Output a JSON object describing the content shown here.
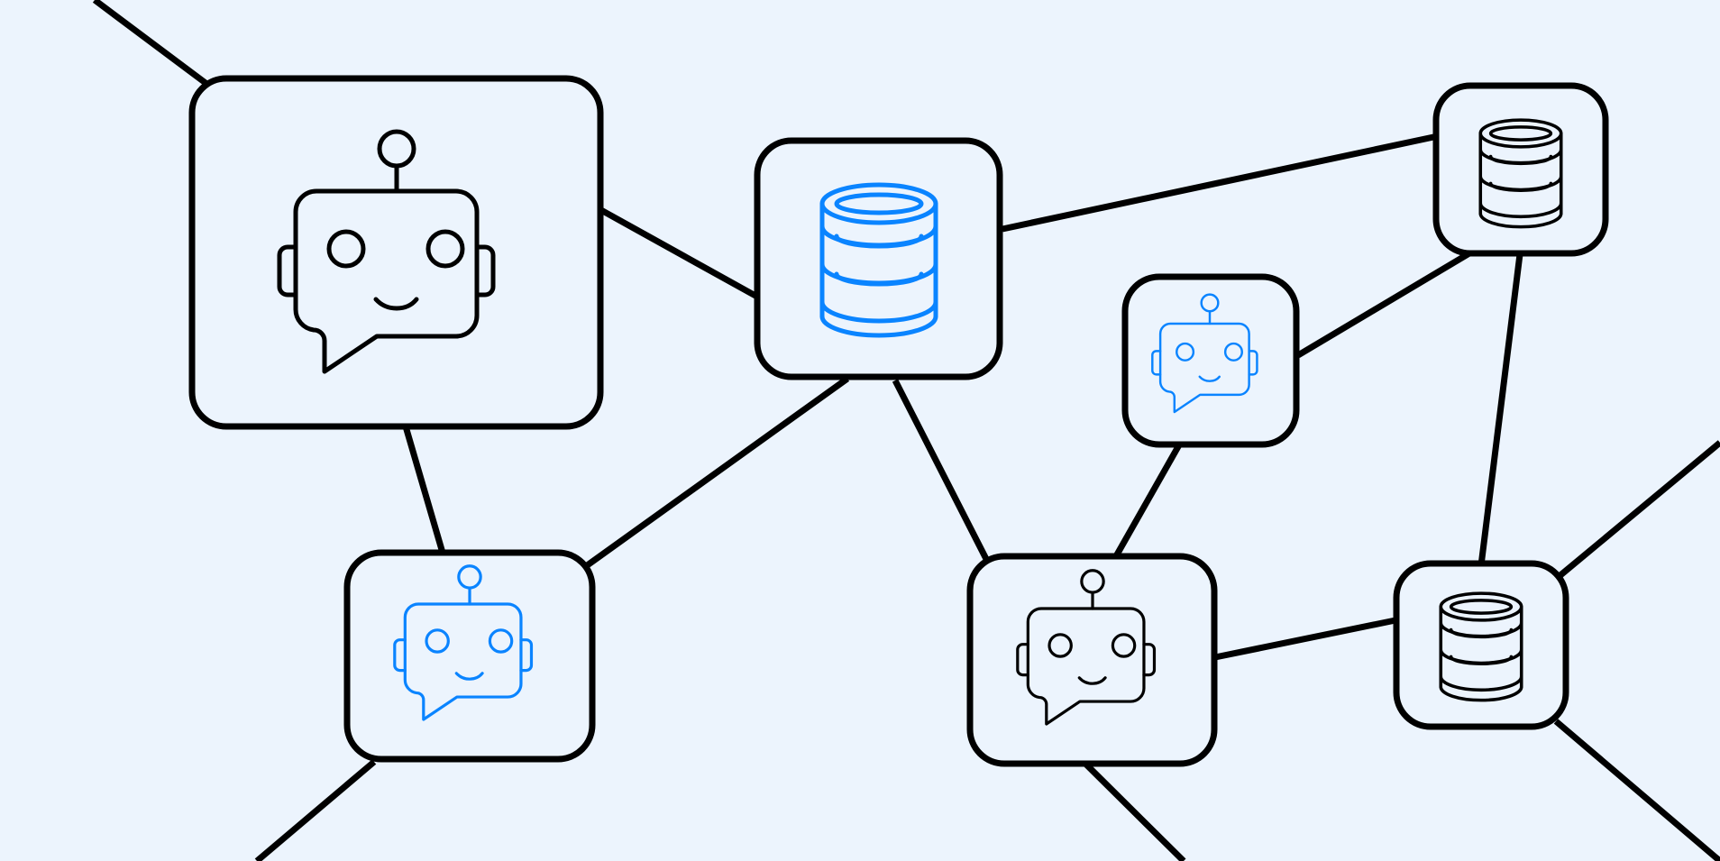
{
  "colors": {
    "background": "#ECF4FD",
    "outline": "#000000",
    "accent": "#0A84FF"
  },
  "diagram": {
    "nodes": [
      {
        "id": "bot-large",
        "icon": "robot-chat-icon",
        "accent": false
      },
      {
        "id": "db-center",
        "icon": "database-icon",
        "accent": true
      },
      {
        "id": "db-top-right",
        "icon": "database-icon",
        "accent": false
      },
      {
        "id": "bot-small-mid",
        "icon": "robot-chat-icon",
        "accent": true
      },
      {
        "id": "bot-bottom-left",
        "icon": "robot-chat-icon",
        "accent": true
      },
      {
        "id": "bot-bottom-mid",
        "icon": "robot-chat-icon",
        "accent": false
      },
      {
        "id": "db-bottom-right",
        "icon": "database-icon",
        "accent": false
      }
    ],
    "edges": [
      {
        "from": "bot-large",
        "to": "db-center"
      },
      {
        "from": "bot-large",
        "to": "bot-bottom-left"
      },
      {
        "from": "db-center",
        "to": "bot-bottom-left"
      },
      {
        "from": "db-center",
        "to": "bot-bottom-mid"
      },
      {
        "from": "db-center",
        "to": "db-top-right"
      },
      {
        "from": "bot-small-mid",
        "to": "db-top-right"
      },
      {
        "from": "bot-small-mid",
        "to": "bot-bottom-mid"
      },
      {
        "from": "db-top-right",
        "to": "db-bottom-right"
      },
      {
        "from": "bot-bottom-mid",
        "to": "db-bottom-right"
      }
    ]
  }
}
